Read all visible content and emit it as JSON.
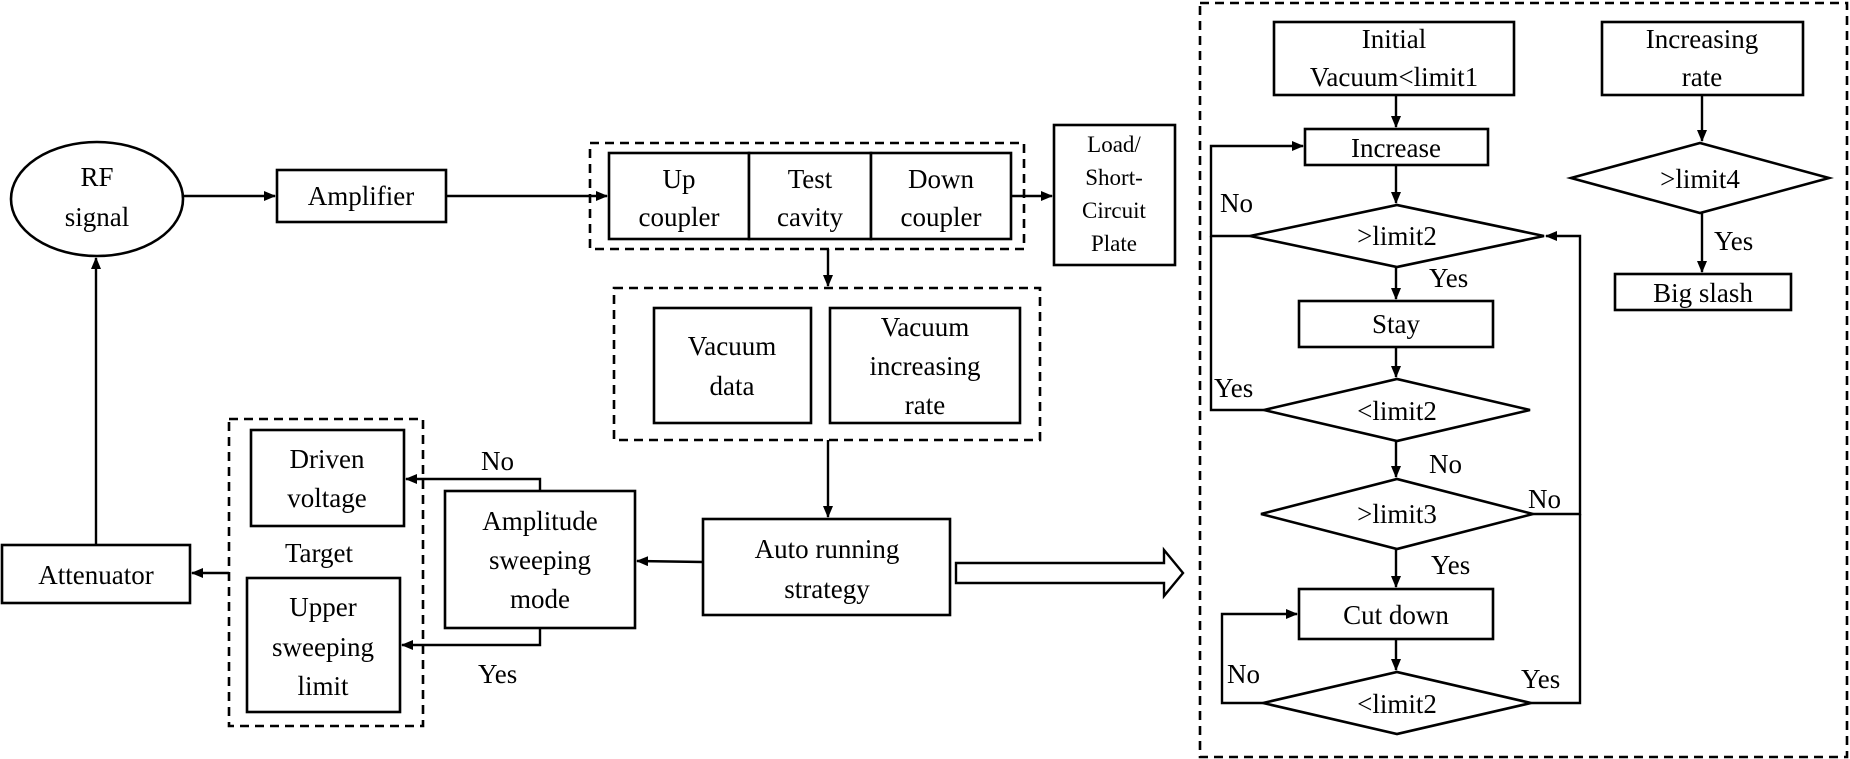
{
  "nodes": {
    "rf_signal": [
      "RF",
      "signal"
    ],
    "amplifier": [
      "Amplifier"
    ],
    "up_coupler": [
      "Up",
      "coupler"
    ],
    "test_cavity": [
      "Test",
      "cavity"
    ],
    "down_coupler": [
      "Down",
      "coupler"
    ],
    "load": [
      "Load/",
      "Short-",
      "Circuit",
      "Plate"
    ],
    "vacuum_data": [
      "Vacuum",
      "data"
    ],
    "vacuum_rate": [
      "Vacuum",
      "increasing",
      "rate"
    ],
    "auto_running": [
      "Auto running",
      "strategy"
    ],
    "amplitude_mode": [
      "Amplitude",
      "sweeping",
      "mode"
    ],
    "driven_voltage": [
      "Driven",
      "voltage"
    ],
    "target": [
      "Target"
    ],
    "upper_limit": [
      "Upper",
      "sweeping",
      "limit"
    ],
    "attenuator": [
      "Attenuator"
    ],
    "initial": [
      "Initial",
      "Vacuum<limit1"
    ],
    "increase": [
      "Increase"
    ],
    "gt_limit2": [
      ">limit2"
    ],
    "stay": [
      "Stay"
    ],
    "lt_limit2_a": [
      "<limit2"
    ],
    "gt_limit3": [
      ">limit3"
    ],
    "cut_down": [
      "Cut down"
    ],
    "lt_limit2_b": [
      "<limit2"
    ],
    "increasing_rate": [
      "Increasing",
      "rate"
    ],
    "gt_limit4": [
      ">limit4"
    ],
    "big_slash": [
      "Big slash"
    ]
  },
  "edge_labels": {
    "amp_no": "No",
    "amp_yes": "Yes",
    "gt2_no": "No",
    "gt2_yes": "Yes",
    "lt2a_yes": "Yes",
    "lt2a_no": "No",
    "gt3_no": "No",
    "gt3_yes": "Yes",
    "lt2b_no": "No",
    "lt2b_yes": "Yes",
    "gt4_yes": "Yes"
  }
}
